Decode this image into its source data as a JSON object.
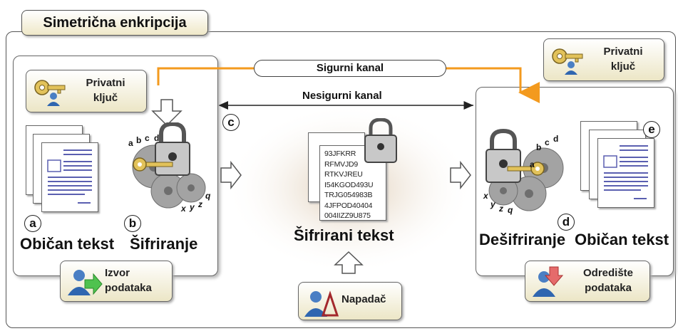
{
  "title": "Simetrična enkripcija",
  "private_key_left": [
    "Privatni",
    "ključ"
  ],
  "private_key_right": [
    "Privatni",
    "ključ"
  ],
  "secure_channel": "Sigurni kanal",
  "insecure_channel": "Nesigurni kanal",
  "letters": {
    "a": "a",
    "b": "b",
    "c": "c",
    "d": "d",
    "e": "e"
  },
  "labels": {
    "plain_left": "Običan tekst",
    "encrypt": "Šifriranje",
    "ciphertext": "Šifrirani tekst",
    "decrypt": "Dešifriranje",
    "plain_right": "Običan tekst"
  },
  "source": [
    "Izvor",
    "podataka"
  ],
  "destination": [
    "Odredište",
    "podataka"
  ],
  "attacker": "Napadač",
  "cipher_lines": [
    "93JFKRR",
    "RFMVJD9",
    "RTKVJREU",
    "I54KGOD493U",
    "TRJG054983B",
    "4JFPOD40404",
    "004IIZZ9U875"
  ],
  "gear_letters_left": [
    "a",
    "b",
    "c",
    "d",
    "x",
    "y",
    "z",
    "q"
  ],
  "gear_letters_right": [
    "a",
    "b",
    "c",
    "d",
    "x",
    "y",
    "z",
    "q"
  ],
  "colors": {
    "secure_line": "#f39a1e",
    "card_bg": "#ece6c6",
    "document_lines": "#5a5fb0",
    "gear": "#9a9a9a"
  }
}
